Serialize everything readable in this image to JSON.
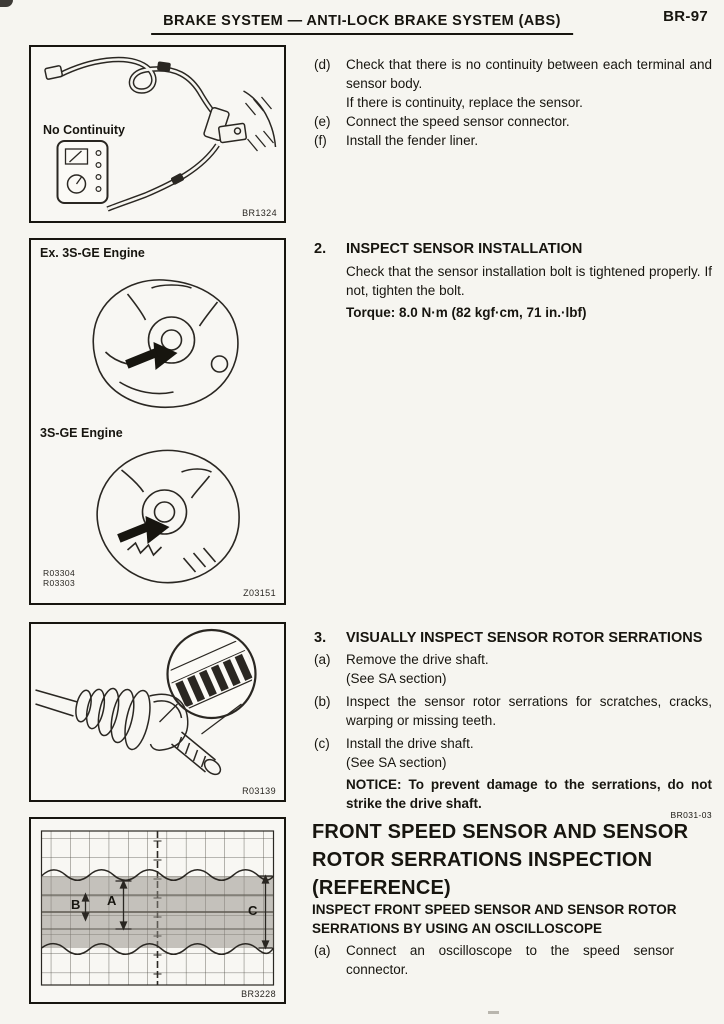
{
  "colors": {
    "paper": "#f6f5f0",
    "ink": "#17150f"
  },
  "header": {
    "title": "BRAKE SYSTEM — ANTI-LOCK BRAKE SYSTEM (ABS)",
    "page_number": "BR-97"
  },
  "steps_def": {
    "d": {
      "marker": "(d)",
      "text": "Check that there is no continuity between each terminal and sensor body.",
      "text2": "If there is continuity, replace the sensor."
    },
    "e": {
      "marker": "(e)",
      "text": "Connect the speed sensor connector."
    },
    "f": {
      "marker": "(f)",
      "text": "Install the fender liner."
    }
  },
  "step2": {
    "number": "2.",
    "title": "INSPECT SENSOR INSTALLATION",
    "body": "Check that the sensor installation bolt is tightened properly. If not, tighten the bolt.",
    "torque": "Torque: 8.0 N·m (82 kgf·cm, 71 in.·lbf)"
  },
  "step3": {
    "number": "3.",
    "title": "VISUALLY INSPECT SENSOR ROTOR SERRATIONS",
    "items": [
      {
        "marker": "(a)",
        "text": "Remove the drive shaft.",
        "sub": "(See SA section)"
      },
      {
        "marker": "(b)",
        "text": "Inspect the sensor rotor serrations for scratches, cracks, warping or missing teeth."
      },
      {
        "marker": "(c)",
        "text": "Install the drive shaft.",
        "sub": "(See SA section)"
      }
    ],
    "notice": "NOTICE: To prevent damage to the serrations, do not strike the drive shaft."
  },
  "section_front_sensor": {
    "code": "BR031-03",
    "title": "FRONT SPEED SENSOR AND SENSOR ROTOR SERRATIONS INSPECTION (REFERENCE)",
    "subtitle": "INSPECT FRONT SPEED SENSOR AND SENSOR ROTOR SERRATIONS BY USING AN OSCILLOSCOPE",
    "items": [
      {
        "marker": "(a)",
        "text": "Connect an oscilloscope to the speed sensor connector."
      }
    ]
  },
  "figures": {
    "continuity_check": {
      "label": "No Continuity",
      "code": "BR1324"
    },
    "sensor_installation": {
      "label_top": "Ex. 3S-GE Engine",
      "label_bottom": "3S-GE Engine",
      "code_a": "R03304",
      "code_b": "R03303",
      "code_c": "Z03151"
    },
    "drive_shaft": {
      "code": "R03139"
    },
    "oscilloscope": {
      "label_a": "A",
      "label_b": "B",
      "label_c": "C",
      "code": "BR3228"
    }
  }
}
